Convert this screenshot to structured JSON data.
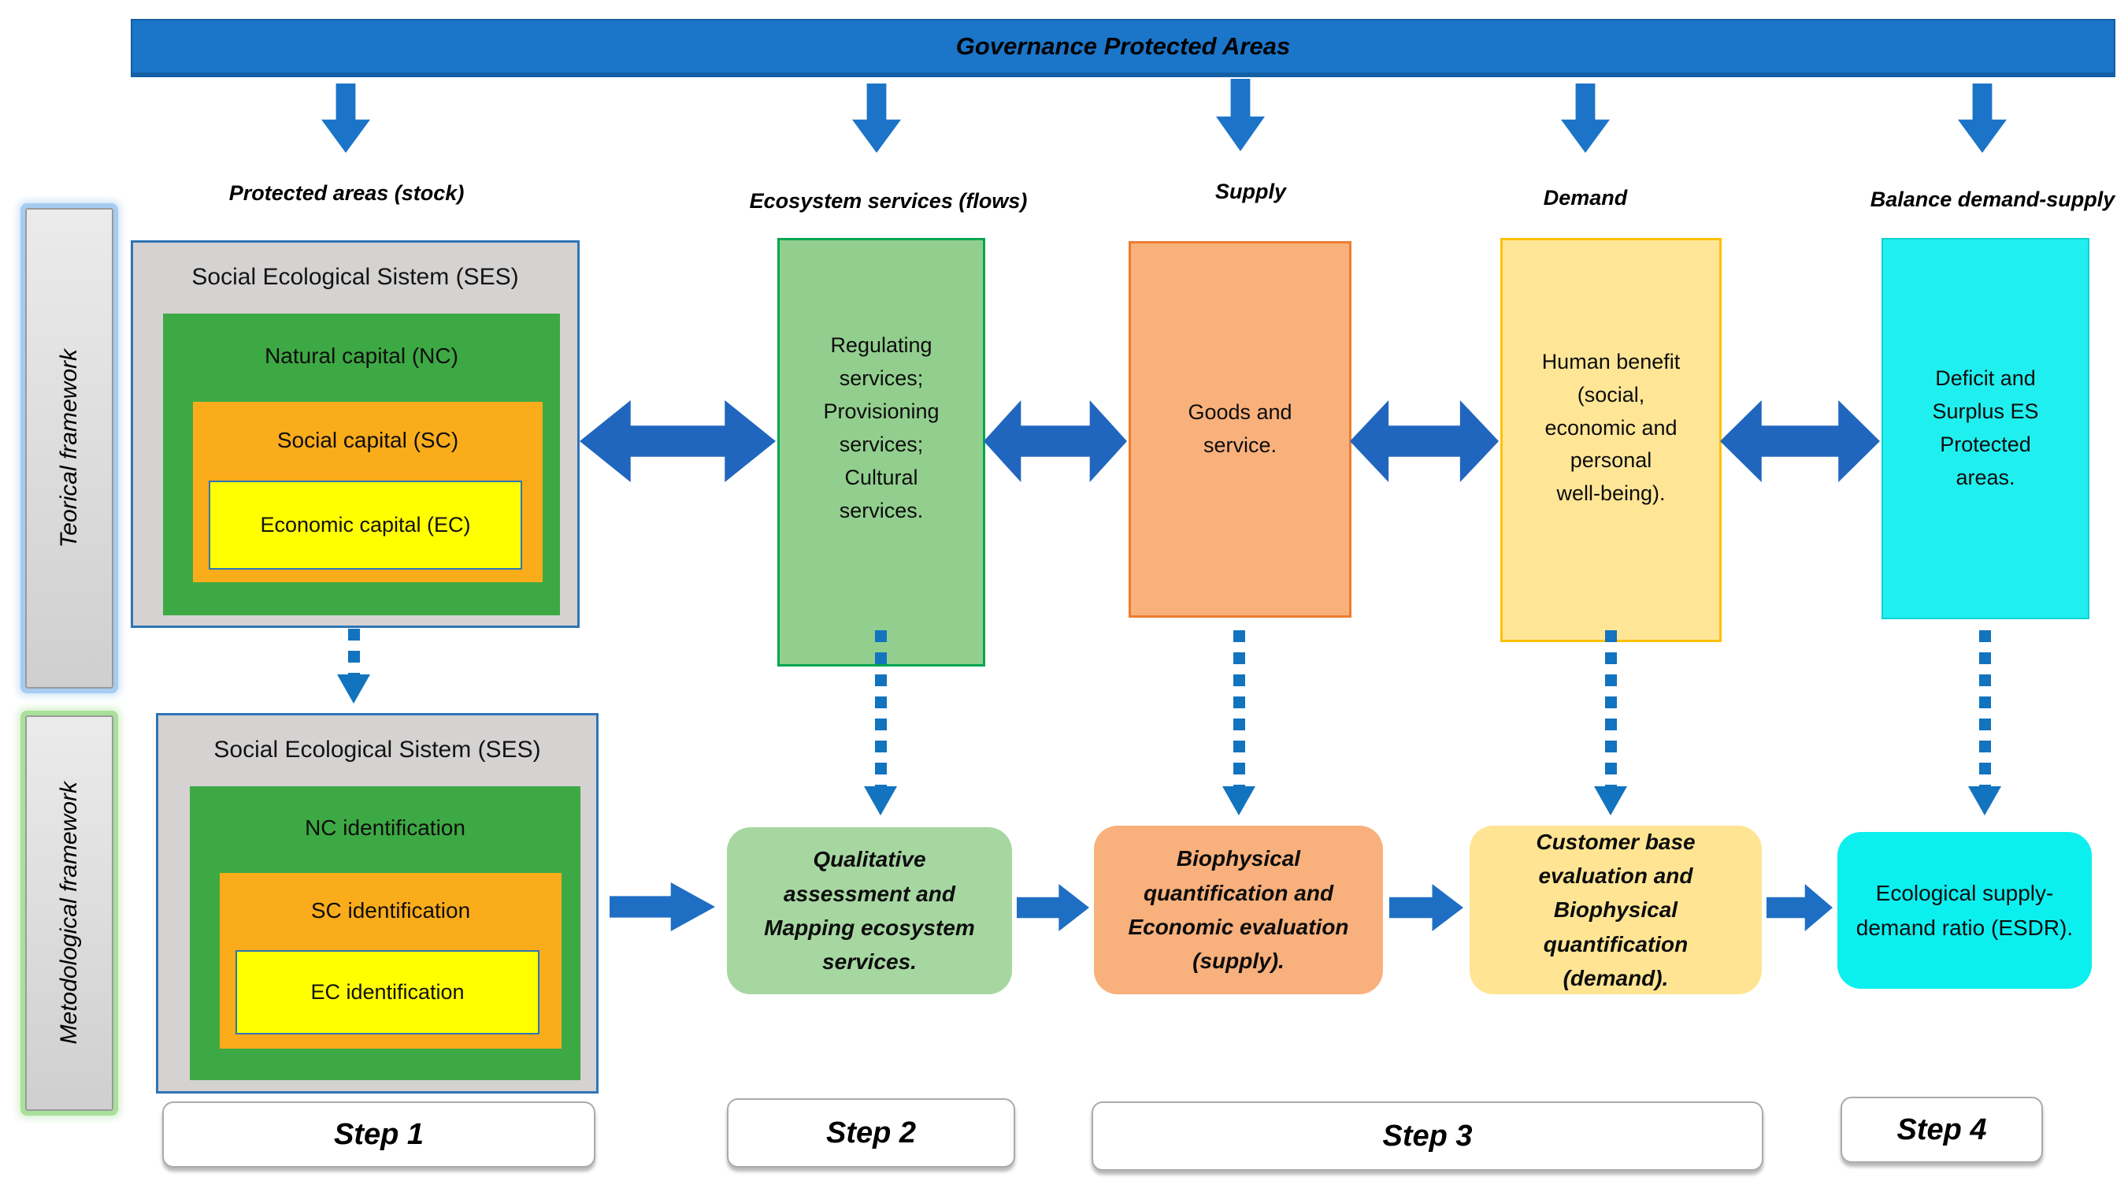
{
  "banner": {
    "title": "Governance Protected Areas"
  },
  "column_labels": [
    "Protected areas (stock)",
    "Ecosystem services (flows)",
    "Supply",
    "Demand",
    "Balance demand-supply"
  ],
  "side_labels": {
    "theoretical": "Teorical framework",
    "methodological": "Metodological framework"
  },
  "theoretical": {
    "ses": {
      "title": "Social Ecological Sistem (SES)",
      "nc": "Natural capital (NC)",
      "sc": "Social capital (SC)",
      "ec": "Economic  capital (EC)"
    },
    "ecosystem_services": "Regulating\nservices;\nProvisioning\nservices;\nCultural\nservices.",
    "supply": "Goods and\nservice.",
    "demand": "Human benefit\n(social,\neconomic and\npersonal\nwell-being).",
    "balance": "Deficit and\nSurplus ES\nProtected\nareas."
  },
  "methodological": {
    "ses": {
      "title": "Social Ecological Sistem (SES)",
      "nc": "NC identification",
      "sc": "SC identification",
      "ec": "EC identification"
    },
    "qualitative_box": "Qualitative\nassessment and\nMapping ecosystem\nservices.",
    "biophysical_supply_box": "Biophysical\nquantification and\nEconomic evaluation\n(supply).",
    "customer_demand_box": "Customer base\nevaluation and\nBiophysical\nquantification\n(demand).",
    "esdr_box": "Ecological supply-\ndemand ratio (ESDR)."
  },
  "steps": [
    {
      "label": "Step 1"
    },
    {
      "label": "Step 2"
    },
    {
      "label": "Step 3"
    },
    {
      "label": "Step 4"
    }
  ],
  "palette": {
    "banner_blue": "#1b75c8",
    "arrow_blue": "#2166be",
    "dotted_arrow_blue": "#1273be",
    "ses_gray": "#d5d2d2",
    "ses_border_blue": "#2e75b6",
    "natural_capital_green": "#3da944",
    "social_capital_orange": "#fbac1b",
    "economic_capital_yellow": "#ffff00",
    "ecosystem_green": "#92cf8e",
    "supply_orange": "#f9b17c",
    "demand_yellow": "#ffe697",
    "balance_cyan": "#20efef"
  }
}
